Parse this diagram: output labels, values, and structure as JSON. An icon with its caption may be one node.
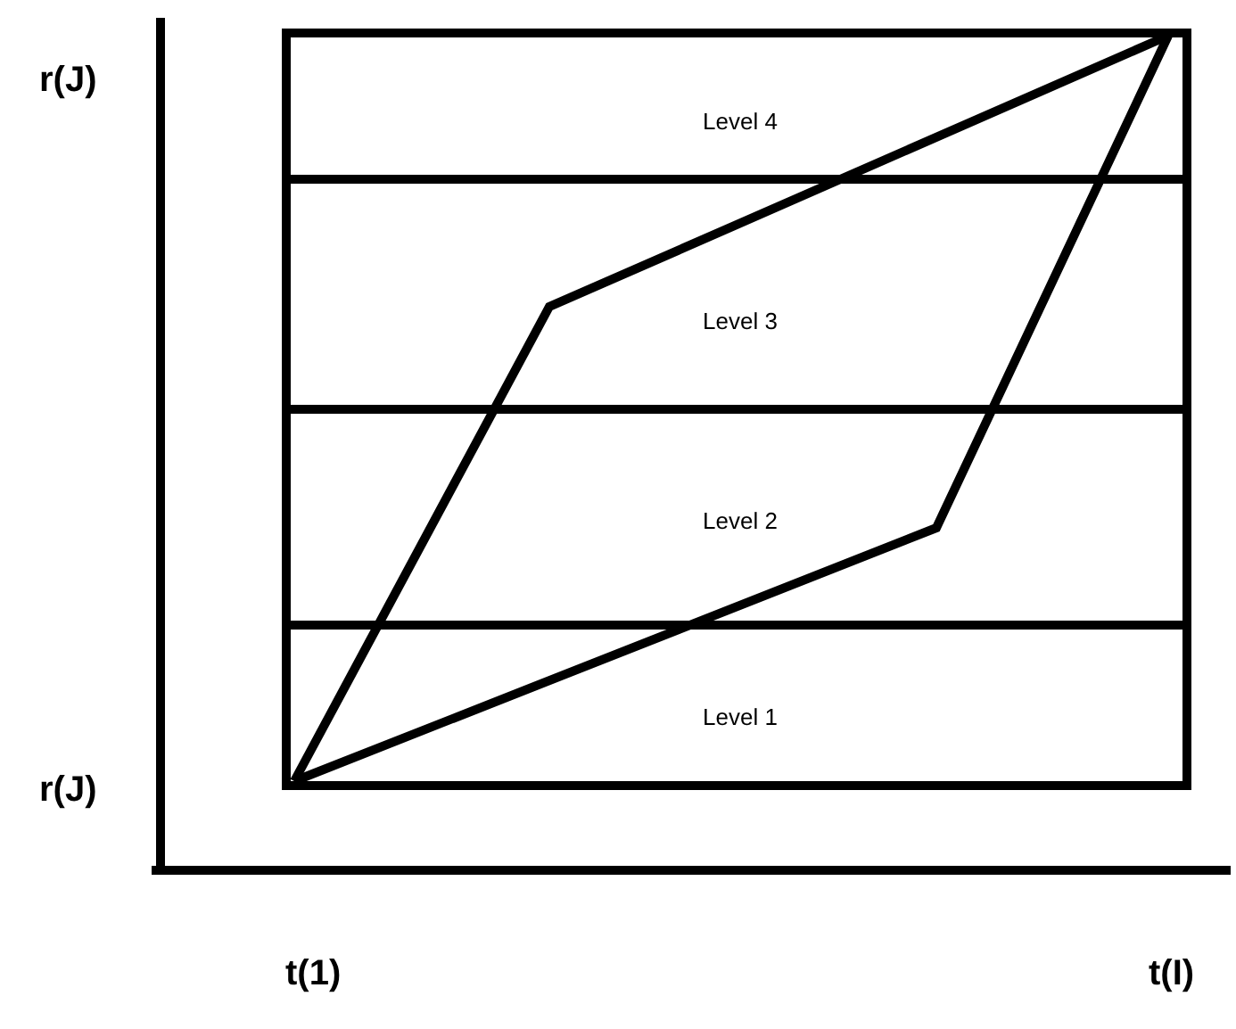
{
  "diagram": {
    "nodes": [
      {
        "text": [
          "Level 4"
        ]
      },
      {
        "text": [
          "Level 3"
        ]
      },
      {
        "text": [
          "Level 2"
        ]
      },
      {
        "text": [
          "Level 1"
        ]
      }
    ],
    "labels": [
      "r(J)",
      "r(J)",
      "t(1)",
      "t(I)"
    ]
  }
}
